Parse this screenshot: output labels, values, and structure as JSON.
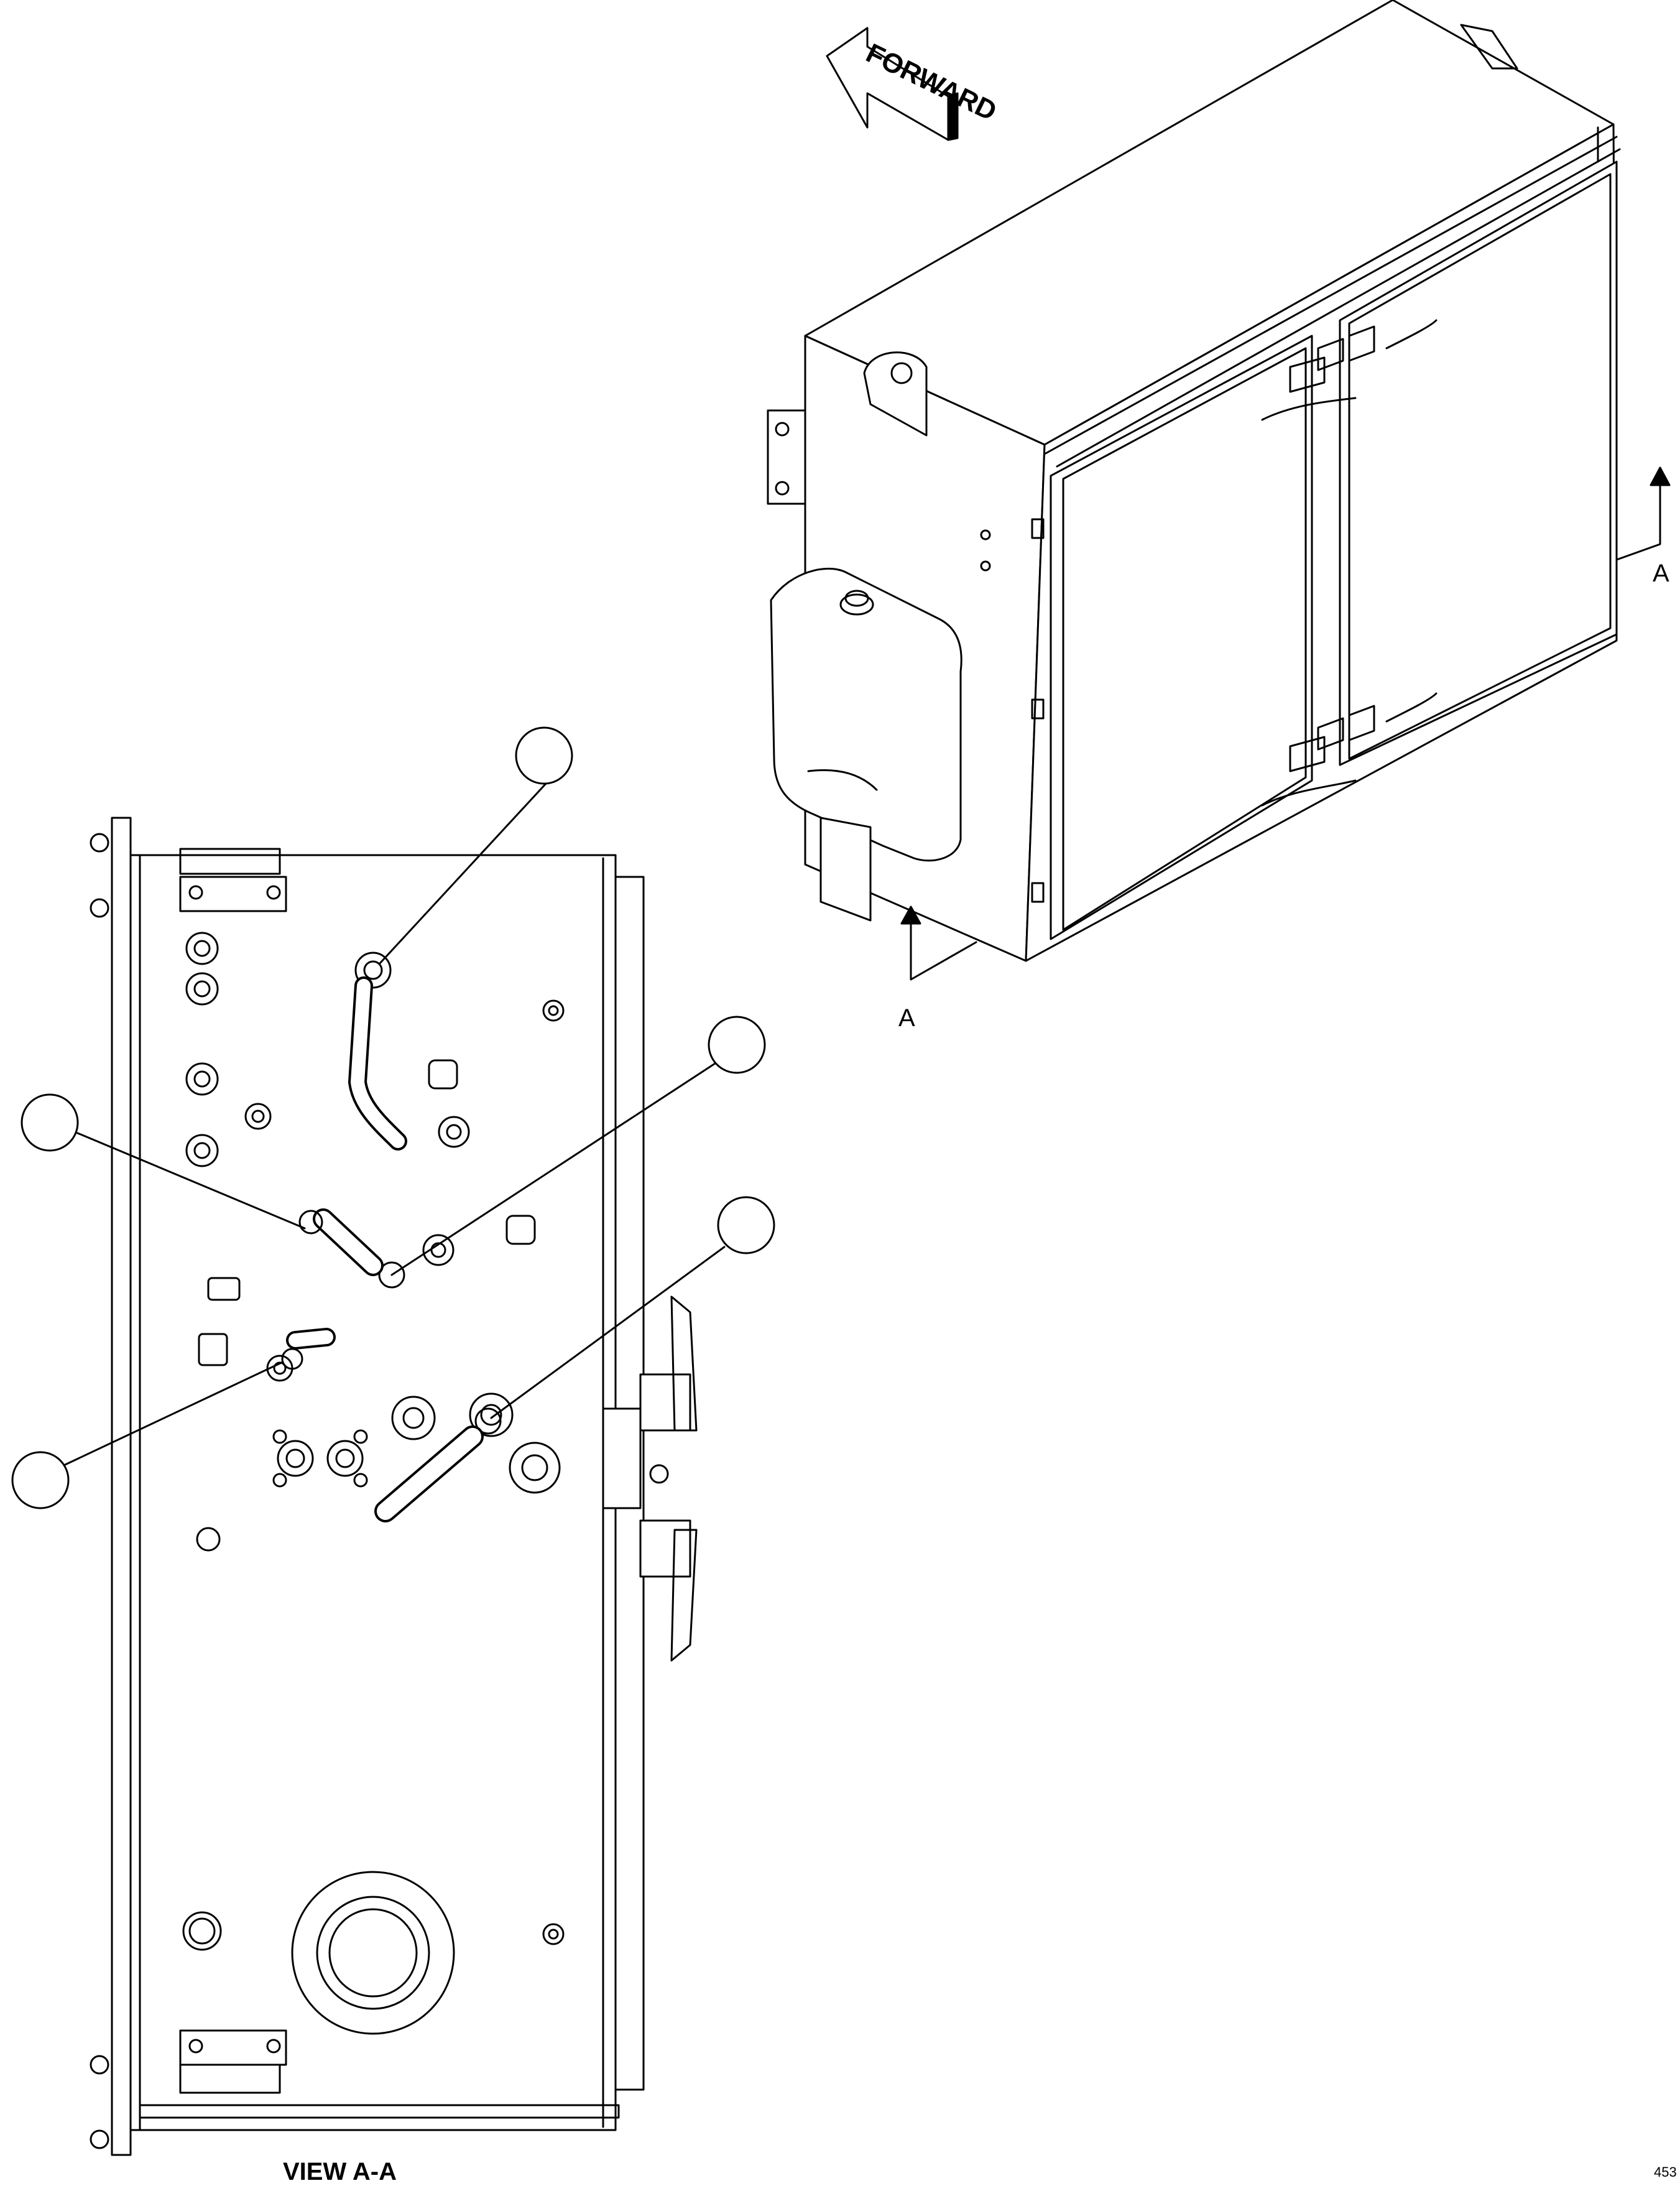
{
  "arrow_forward": {
    "label": "FORWARD"
  },
  "section_markers": [
    {
      "letter": "A"
    },
    {
      "letter": "A"
    }
  ],
  "view_caption": "VIEW A-A",
  "sheet_code": "453",
  "callouts": [
    {
      "number": ""
    },
    {
      "number": ""
    },
    {
      "number": ""
    },
    {
      "number": ""
    },
    {
      "number": ""
    }
  ],
  "colors": {
    "ink": "#000000",
    "background": "#ffffff"
  }
}
